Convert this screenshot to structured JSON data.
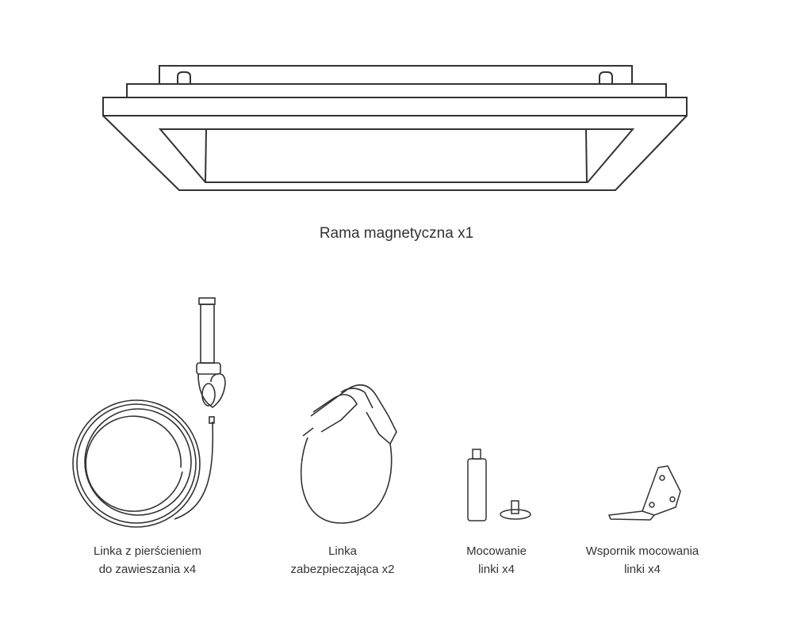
{
  "title": "Rama magnetyczna  x1",
  "parts": [
    {
      "line1": "Linka z pierścieniem",
      "line2": "do zawieszania  x4"
    },
    {
      "line1": "Linka",
      "line2": "zabezpieczająca  x2"
    },
    {
      "line1": "Mocowanie",
      "line2": "linki  x4"
    },
    {
      "line1": "Wspornik mocowania",
      "line2": "linki  x4"
    }
  ]
}
